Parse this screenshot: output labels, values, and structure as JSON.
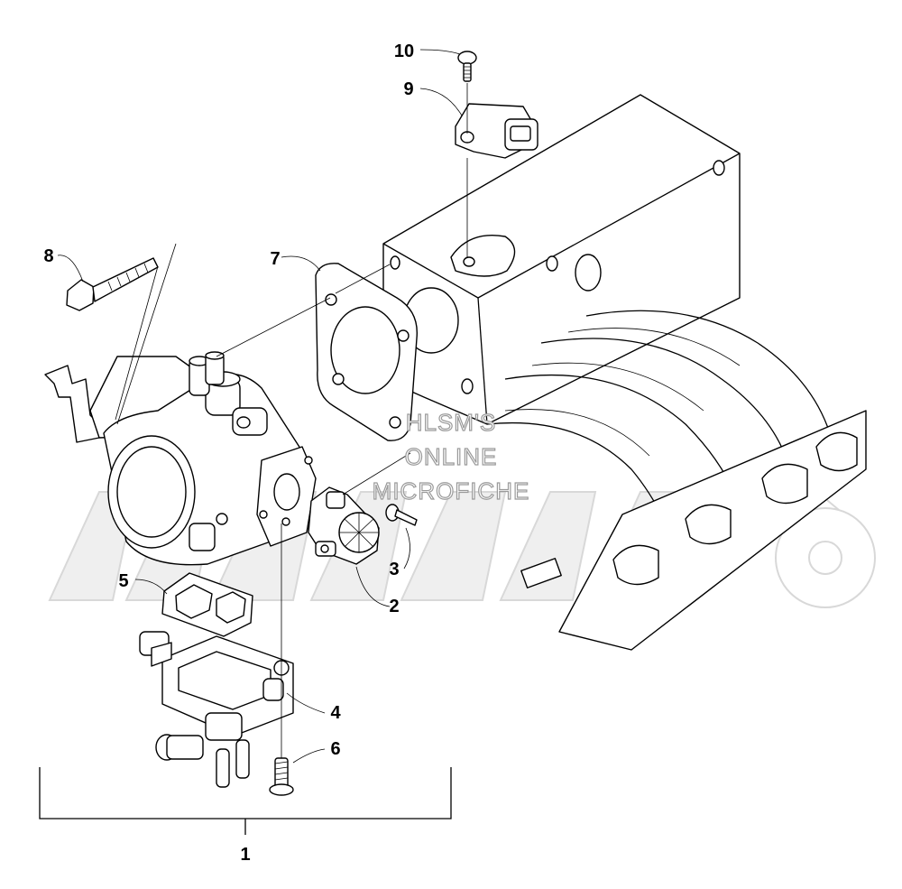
{
  "diagram": {
    "callouts": [
      {
        "id": "c1",
        "label": "1"
      },
      {
        "id": "c2",
        "label": "2"
      },
      {
        "id": "c3",
        "label": "3"
      },
      {
        "id": "c4",
        "label": "4"
      },
      {
        "id": "c5",
        "label": "5"
      },
      {
        "id": "c6",
        "label": "6"
      },
      {
        "id": "c7",
        "label": "7"
      },
      {
        "id": "c8",
        "label": "8"
      },
      {
        "id": "c9",
        "label": "9"
      },
      {
        "id": "c10",
        "label": "10"
      }
    ],
    "watermark": {
      "line1": "HLSM'S",
      "line2": "ONLINE",
      "line3": "MICROFICHE"
    }
  }
}
